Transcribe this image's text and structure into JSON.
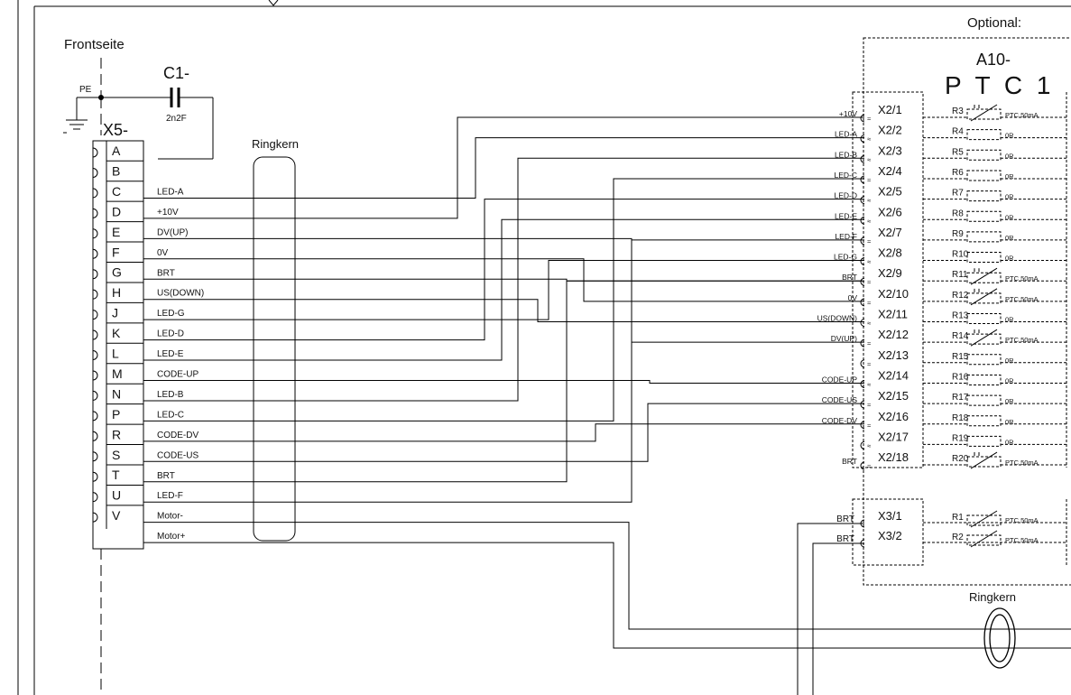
{
  "labels": {
    "front": "Frontseite",
    "pe": "PE",
    "c1": "C1-",
    "c1_value": "2n2F",
    "x5": "X5-",
    "ringkern_left": "Ringkern",
    "optional": "Optional:",
    "a10": "A10-",
    "ptc1": "P T C 1",
    "ringkern_right": "Ringkern"
  },
  "x5_pins": [
    {
      "pin": "A",
      "signal": ""
    },
    {
      "pin": "B",
      "signal": "LED-A"
    },
    {
      "pin": "C",
      "signal": "+10V"
    },
    {
      "pin": "D",
      "signal": "DV(UP)"
    },
    {
      "pin": "E",
      "signal": "0V"
    },
    {
      "pin": "F",
      "signal": "BRT"
    },
    {
      "pin": "G",
      "signal": "US(DOWN)"
    },
    {
      "pin": "H",
      "signal": "LED-G"
    },
    {
      "pin": "J",
      "signal": "LED-D"
    },
    {
      "pin": "K",
      "signal": "LED-E"
    },
    {
      "pin": "L",
      "signal": "CODE-UP"
    },
    {
      "pin": "M",
      "signal": "LED-B"
    },
    {
      "pin": "N",
      "signal": "LED-C"
    },
    {
      "pin": "P",
      "signal": "CODE-DV"
    },
    {
      "pin": "R",
      "signal": "CODE-US"
    },
    {
      "pin": "S",
      "signal": "BRT"
    },
    {
      "pin": "T",
      "signal": "LED-F"
    },
    {
      "pin": "U",
      "signal": "Motor-"
    },
    {
      "pin": "V",
      "signal": "Motor+"
    }
  ],
  "x2_terminals": [
    {
      "terminal": "X2/1",
      "signal": "+10V",
      "resistor": "R3",
      "value": "PTC 50mA",
      "ptc": true
    },
    {
      "terminal": "X2/2",
      "signal": "LED-A",
      "resistor": "R4",
      "value": "0R",
      "ptc": false
    },
    {
      "terminal": "X2/3",
      "signal": "LED-B",
      "resistor": "R5",
      "value": "0R",
      "ptc": false
    },
    {
      "terminal": "X2/4",
      "signal": "LED-C",
      "resistor": "R6",
      "value": "0R",
      "ptc": false
    },
    {
      "terminal": "X2/5",
      "signal": "LED-D",
      "resistor": "R7",
      "value": "0R",
      "ptc": false
    },
    {
      "terminal": "X2/6",
      "signal": "LED-E",
      "resistor": "R8",
      "value": "0R",
      "ptc": false
    },
    {
      "terminal": "X2/7",
      "signal": "LED-F",
      "resistor": "R9",
      "value": "0R",
      "ptc": false
    },
    {
      "terminal": "X2/8",
      "signal": "LED-G",
      "resistor": "R10",
      "value": "0R",
      "ptc": false
    },
    {
      "terminal": "X2/9",
      "signal": "BRT",
      "resistor": "R11",
      "value": "PTC 50mA",
      "ptc": true
    },
    {
      "terminal": "X2/10",
      "signal": "0V",
      "resistor": "R12",
      "value": "PTC 50mA",
      "ptc": true
    },
    {
      "terminal": "X2/11",
      "signal": "US(DOWN)",
      "resistor": "R13",
      "value": "0R",
      "ptc": false
    },
    {
      "terminal": "X2/12",
      "signal": "DV(UP)",
      "resistor": "R14",
      "value": "PTC 50mA",
      "ptc": true
    },
    {
      "terminal": "X2/13",
      "signal": "",
      "resistor": "R15",
      "value": "0R",
      "ptc": false
    },
    {
      "terminal": "X2/14",
      "signal": "CODE-UP",
      "resistor": "R16",
      "value": "0R",
      "ptc": false
    },
    {
      "terminal": "X2/15",
      "signal": "CODE-US",
      "resistor": "R17",
      "value": "0R",
      "ptc": false
    },
    {
      "terminal": "X2/16",
      "signal": "CODE-DV",
      "resistor": "R18",
      "value": "0R",
      "ptc": false
    },
    {
      "terminal": "X2/17",
      "signal": "",
      "resistor": "R19",
      "value": "0R",
      "ptc": false
    },
    {
      "terminal": "X2/18",
      "signal": "BRT",
      "resistor": "R20",
      "value": "PTC 50mA",
      "ptc": true
    }
  ],
  "x3_terminals": [
    {
      "terminal": "X3/1",
      "signal": "BRT",
      "resistor": "R1",
      "value": "PTC 50mA"
    },
    {
      "terminal": "X3/2",
      "signal": "BRT",
      "resistor": "R2",
      "value": "PTC 50mA"
    }
  ]
}
